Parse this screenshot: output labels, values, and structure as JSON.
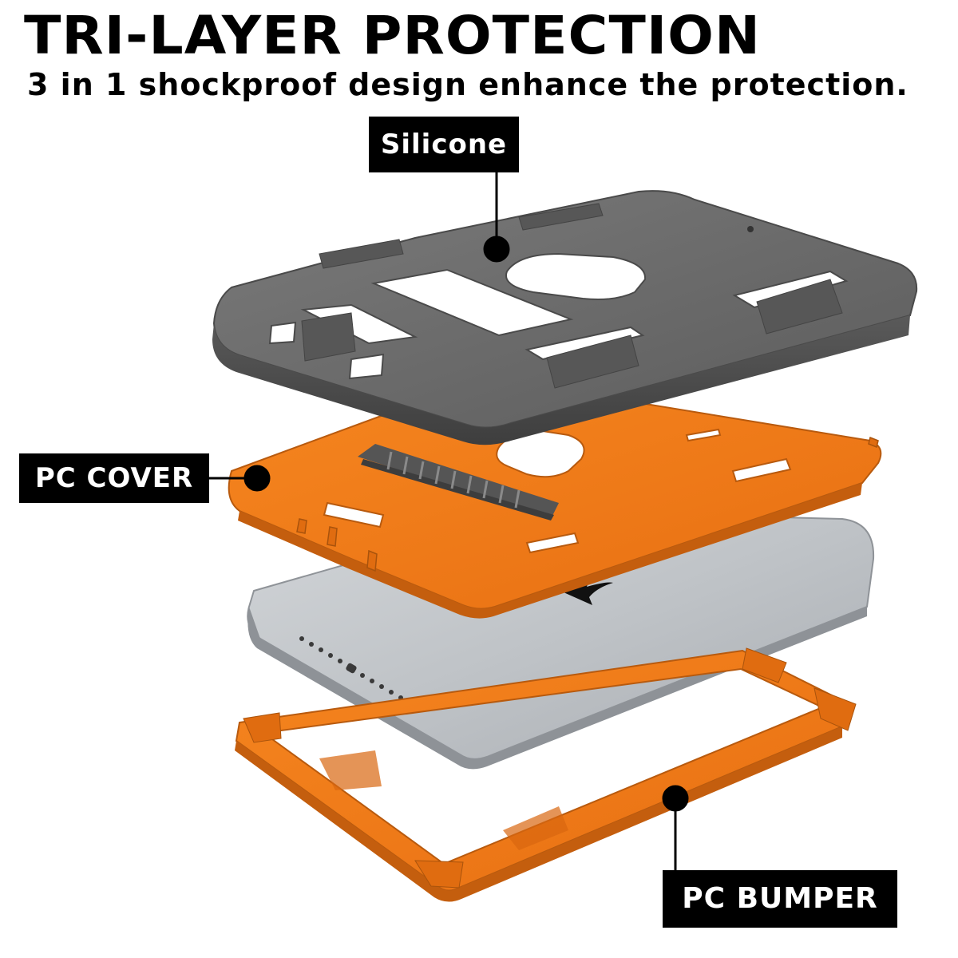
{
  "header": {
    "title": "TRI-LAYER PROTECTION",
    "subtitle": "3 in 1 shockproof design enhance the protection."
  },
  "callouts": {
    "silicone": "Silicone",
    "pc_cover": "PC COVER",
    "pc_bumper": "PC BUMPER"
  },
  "colors": {
    "silicone": "#6b6b6b",
    "pc_orange": "#f07a1a",
    "tablet_silver": "#c4c8cc",
    "label_bg": "#000000",
    "label_text": "#ffffff"
  }
}
